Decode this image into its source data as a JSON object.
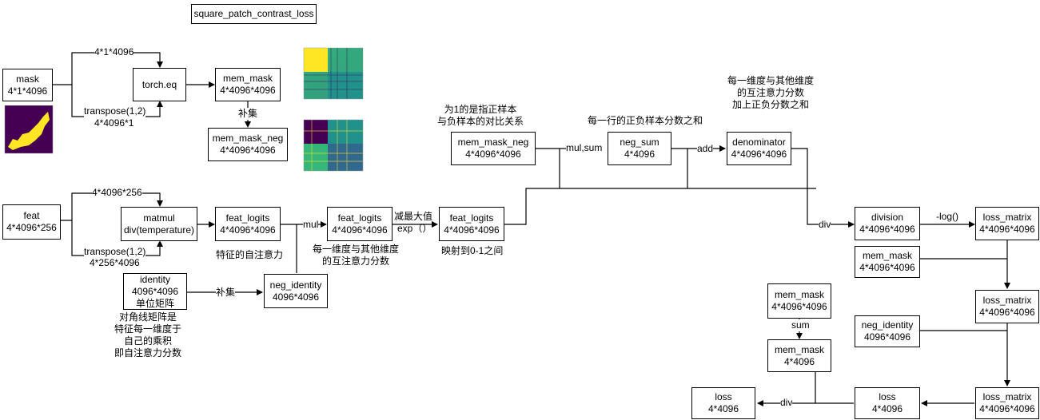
{
  "title": "square_patch_contrast_loss",
  "nodes": {
    "mask": [
      "mask",
      "4*1*4096"
    ],
    "torch_eq": [
      "torch.eq"
    ],
    "mem_mask_top": [
      "mem_mask",
      "4*4096*4096"
    ],
    "mem_mask_neg_left": [
      "mem_mask_neg",
      "4*4096*4096"
    ],
    "feat": [
      "feat",
      "4*4096*256"
    ],
    "matmul": [
      "matmul",
      "div(temperature)"
    ],
    "feat_logits_1": [
      "feat_logits",
      "4*4096*4096"
    ],
    "feat_logits_2": [
      "feat_logits",
      "4*4096*4096"
    ],
    "feat_logits_3": [
      "feat_logits",
      "4*4096*4096"
    ],
    "identity": [
      "identity",
      "4096*4096",
      "单位矩阵"
    ],
    "neg_identity_left": [
      "neg_identity",
      "4096*4096"
    ],
    "mem_mask_neg_mid": [
      "mem_mask_neg",
      "4*4096*4096"
    ],
    "neg_sum": [
      "neg_sum",
      "4*4096"
    ],
    "denominator": [
      "denominator",
      "4*4096*4096"
    ],
    "division": [
      "division",
      "4*4096*4096"
    ],
    "loss_matrix_1": [
      "loss_matrix",
      "4*4096*4096"
    ],
    "mem_mask_right": [
      "mem_mask",
      "4*4096*4096"
    ],
    "loss_matrix_2": [
      "loss_matrix",
      "4*4096*4096"
    ],
    "neg_identity_right": [
      "neg_identity",
      "4096*4096"
    ],
    "loss_matrix_3": [
      "loss_matrix",
      "4*4096*4096"
    ],
    "mem_mask_sum_in": [
      "mem_mask",
      "4*4096*4096"
    ],
    "mem_mask_4096": [
      "mem_mask",
      "4*4096"
    ],
    "loss_mid": [
      "loss",
      "4*4096"
    ],
    "loss_final": [
      "loss",
      "4*4096"
    ]
  },
  "edge_labels": {
    "mask_top": "4*1*4096",
    "mask_transpose": "transpose(1,2)",
    "mask_transpose_shape": "4*4096*1",
    "complement_1": "补集",
    "feat_top": "4*4096*256",
    "feat_transpose": "transpose(1,2)",
    "feat_transpose_shape": "4*256*4096",
    "mul": "mul",
    "subtract_max": "减最大值",
    "exp": "exp（）",
    "complement_2": "补集",
    "mul_sum": "mul,sum",
    "add": "add",
    "div_1": "div",
    "neg_log": "-log()",
    "sum": "sum",
    "div_2": "div"
  },
  "annotations": {
    "self_attention": [
      "特征的自注意力"
    ],
    "mutual_attention": [
      "每一维度与其他维度",
      "的互注意力分数"
    ],
    "map_0_1": [
      "映射到0-1之间"
    ],
    "diagonal": [
      "对角线矩阵是",
      "特征每一维度于",
      "自己的乘积",
      "即自注意力分数"
    ],
    "pos_neg_relation": [
      "为1的是指正样本",
      "与负样本的对比关系"
    ],
    "neg_score_sum": [
      "每一行的正负样本分数之和"
    ],
    "denominator_note": [
      "每一维度与其他维度",
      "的互注意力分数",
      "加上正负分数之和"
    ]
  },
  "colors": {
    "line": "#000000",
    "viridis_dark": "#440154",
    "viridis_teal": "#21918c",
    "viridis_yellow": "#fde725"
  },
  "icons": [
    "mask-image",
    "mem-mask-heatmap",
    "mem-mask-neg-heatmap"
  ]
}
